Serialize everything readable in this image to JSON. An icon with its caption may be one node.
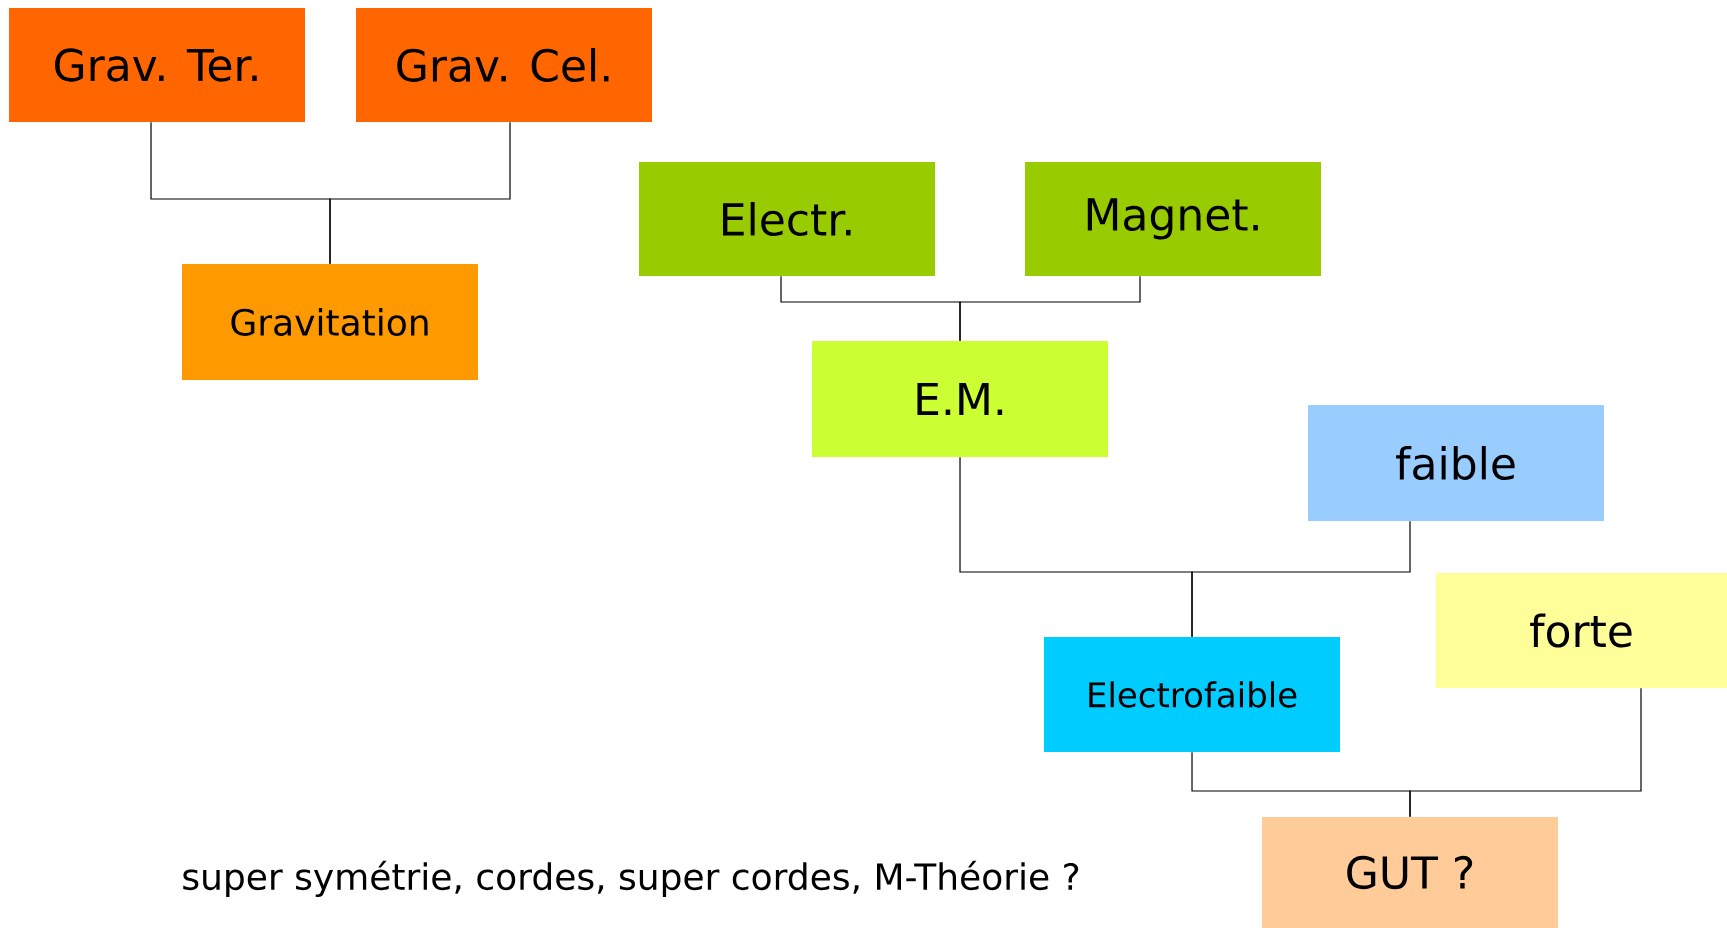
{
  "diagram": {
    "nodes": [
      {
        "text": [
          "Grav. Ter."
        ]
      },
      {
        "text": [
          "Grav. Cel."
        ]
      },
      {
        "text": [
          "Gravitation"
        ]
      },
      {
        "text": [
          "Electr."
        ]
      },
      {
        "text": [
          "Magnet."
        ]
      },
      {
        "text": [
          "E.M."
        ]
      },
      {
        "text": [
          "faible"
        ]
      },
      {
        "text": [
          "Electrofaible"
        ]
      },
      {
        "text": [
          "forte"
        ]
      },
      {
        "text": [
          "GUT ?"
        ]
      }
    ],
    "edges": [
      {
        "from": 0,
        "to": 2,
        "arrow": "none"
      },
      {
        "from": 1,
        "to": 2,
        "arrow": "none"
      },
      {
        "from": 3,
        "to": 5,
        "arrow": "none"
      },
      {
        "from": 4,
        "to": 5,
        "arrow": "none"
      },
      {
        "from": 5,
        "to": 7,
        "arrow": "none"
      },
      {
        "from": 6,
        "to": 7,
        "arrow": "none"
      },
      {
        "from": 7,
        "to": 9,
        "arrow": "none"
      },
      {
        "from": 8,
        "to": 9,
        "arrow": "none"
      }
    ],
    "labels": [
      "super symétrie, cordes, super cordes, M-Théorie ?"
    ]
  }
}
